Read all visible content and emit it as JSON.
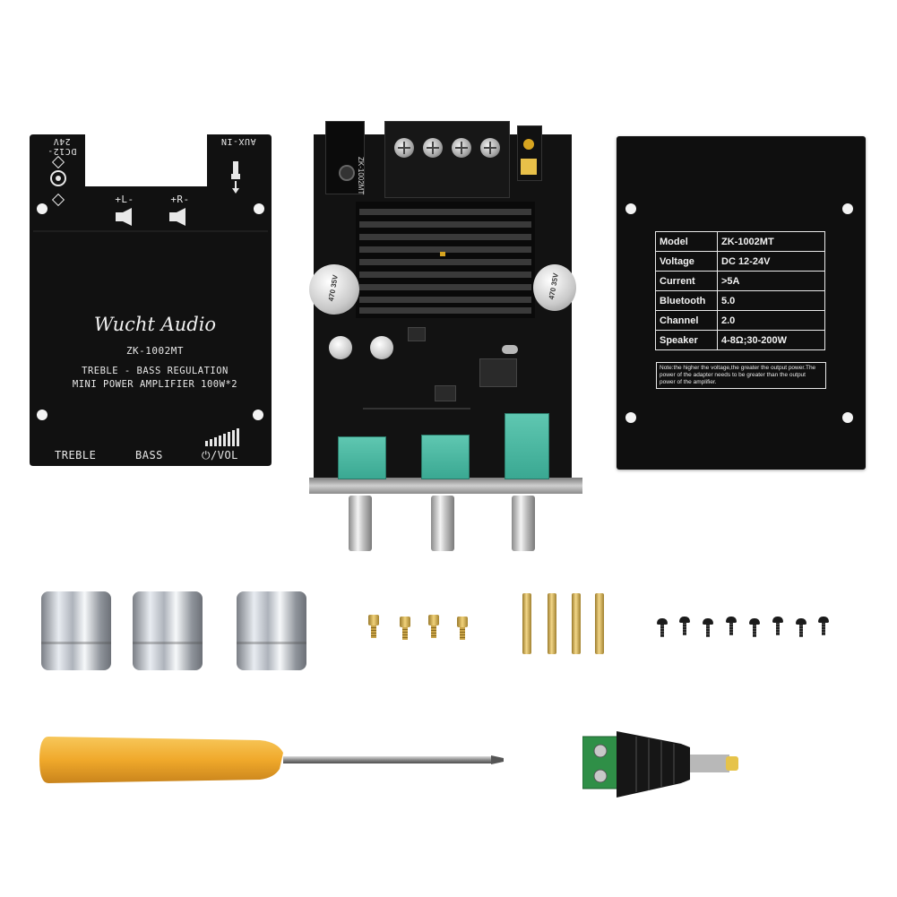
{
  "image": {
    "description_free": true
  },
  "front_panel": {
    "power_label": "DC12-24V",
    "aux_label": "AUX-IN",
    "left_speaker_label": "+L-",
    "right_speaker_label": "+R-",
    "brand": "Wucht Audio",
    "model": "ZK-1002MT",
    "line1": "TREBLE - BASS REGULATION",
    "line2": "MINI POWER AMPLIFIER 100W*2",
    "treble_label": "TREBLE",
    "bass_label": "BASS",
    "vol_label": "⏻/VOL"
  },
  "back_plate": {
    "specs": [
      {
        "key": "Model",
        "value": "ZK-1002MT"
      },
      {
        "key": "Voltage",
        "value": "DC 12-24V"
      },
      {
        "key": "Current",
        "value": ">5A"
      },
      {
        "key": "Bluetooth",
        "value": "5.0"
      },
      {
        "key": "Channel",
        "value": "2.0"
      },
      {
        "key": "Speaker",
        "value": "4-8Ω;30-200W"
      }
    ],
    "note": "Note:the higher the voltage,the greater the output power.The power of the adapter needs to be greater than the output power of the amplifier."
  },
  "pcb": {
    "board_label": "ZK-1002MT",
    "cap_label": "470 35V"
  },
  "colors": {
    "pcb": "#121212",
    "pot_teal": "#47b59e",
    "screwdriver_handle": "#f0a92b",
    "brass": "#d8b65a"
  },
  "accessories": {
    "knob_count": 3,
    "short_standoff_count": 4,
    "long_standoff_count": 4,
    "bolt_count": 8
  }
}
